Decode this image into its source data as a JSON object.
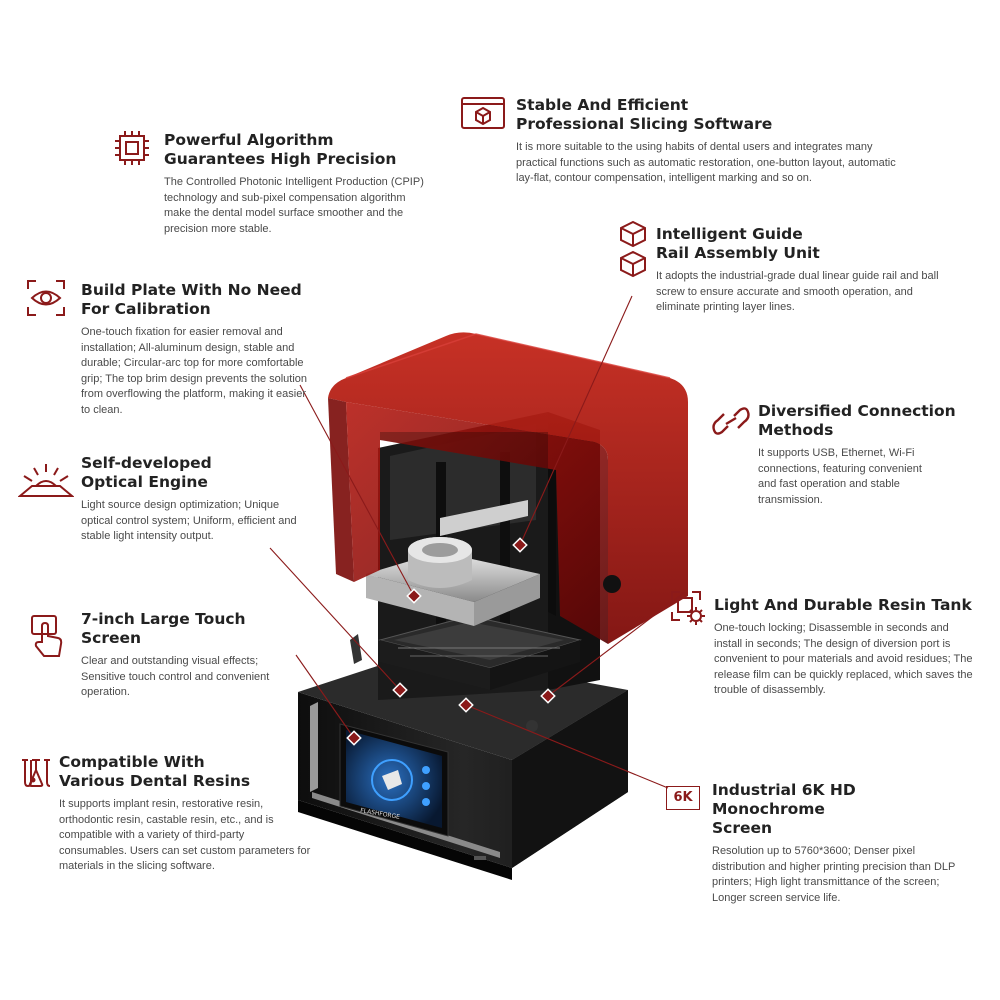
{
  "features": {
    "algorithm": {
      "title": "Powerful Algorithm Guarantees High Precision",
      "description": "The Controlled Photonic Intelligent Production (CPIP) technology and sub-pixel compensation algorithm make the dental model surface smoother and the precision more stable.",
      "icon": "chip-icon"
    },
    "slicing": {
      "title": "Stable And Efficient Professional Slicing Software",
      "description": "It is more suitable to the using habits of dental users and integrates many practical functions such as automatic restoration, one-button layout, automatic lay-flat, contour compensation, intelligent marking and so on.",
      "icon": "software-cube-icon"
    },
    "guide_rail": {
      "title": "Intelligent Guide Rail Assembly Unit",
      "description": "It adopts the industrial-grade dual linear guide rail and ball screw to ensure accurate and smooth operation, and eliminate printing layer lines.",
      "icon": "stacked-cubes-icon"
    },
    "build_plate": {
      "title": "Build Plate With No Need For Calibration",
      "description": "One-touch fixation for easier removal and installation; All-aluminum design, stable and durable; Circular-arc top for more comfortable grip; The top brim design prevents the solution from overflowing the platform, making it easier to clean.",
      "icon": "eye-scan-icon"
    },
    "connection": {
      "title": "Diversified Connection Methods",
      "description": "It supports USB, Ethernet, Wi-Fi connections, featuring convenient and fast operation and stable transmission.",
      "icon": "link-icon"
    },
    "optical": {
      "title": "Self-developed Optical Engine",
      "description": "Light source design optimization; Unique optical control system; Uniform, efficient and stable light intensity output.",
      "icon": "light-source-icon"
    },
    "resin_tank": {
      "title": "Light And Durable Resin Tank",
      "description": "One-touch locking; Disassemble in seconds and install in seconds; The design of diversion port is convenient to pour materials and avoid residues; The release film can be quickly replaced, which saves the trouble of disassembly.",
      "icon": "frame-gear-icon"
    },
    "touch_screen": {
      "title": "7-inch Large Touch Screen",
      "description": "Clear and outstanding visual effects; Sensitive touch control and convenient operation.",
      "icon": "touch-hand-icon"
    },
    "resins": {
      "title": "Compatible With Various Dental Resins",
      "description": "It supports implant resin, restorative resin, orthodontic resin, castable resin, etc., and is compatible with a variety of third-party consumables. Users can set custom parameters for materials in the slicing software.",
      "icon": "lab-flasks-icon"
    },
    "screen_6k": {
      "title": "Industrial 6K HD Monochrome Screen",
      "description": "Resolution up to 5760*3600; Denser pixel distribution and higher printing precision than DLP printers; High light transmittance of the screen; Longer screen service life.",
      "icon": "6k-badge-icon",
      "badge": "6K"
    }
  },
  "printer": {
    "brand": "FLASHFORGE",
    "image": "dental-resin-3d-printer",
    "colors": {
      "cover": "#9a1010",
      "body": "#1b1b1b",
      "accent": "#8b1a1a",
      "screen_accent": "#1e7fd8"
    }
  }
}
